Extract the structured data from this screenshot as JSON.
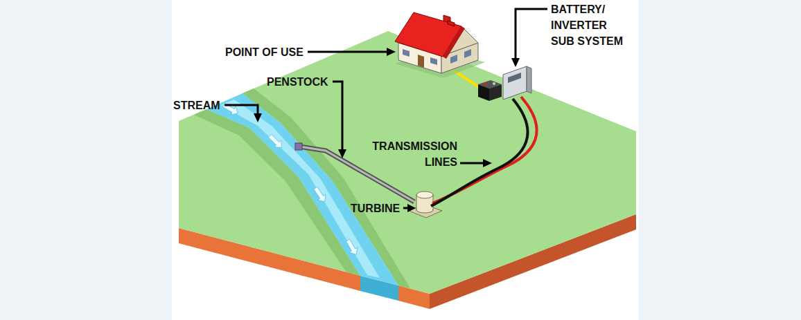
{
  "diagram": {
    "labels": [
      "BATTERY/ INVERTER SUB SYSTEM",
      "POINT OF USE",
      "PENSTOCK",
      "STREAM",
      "TRANSMISSION LINES",
      "TURBINE"
    ]
  }
}
